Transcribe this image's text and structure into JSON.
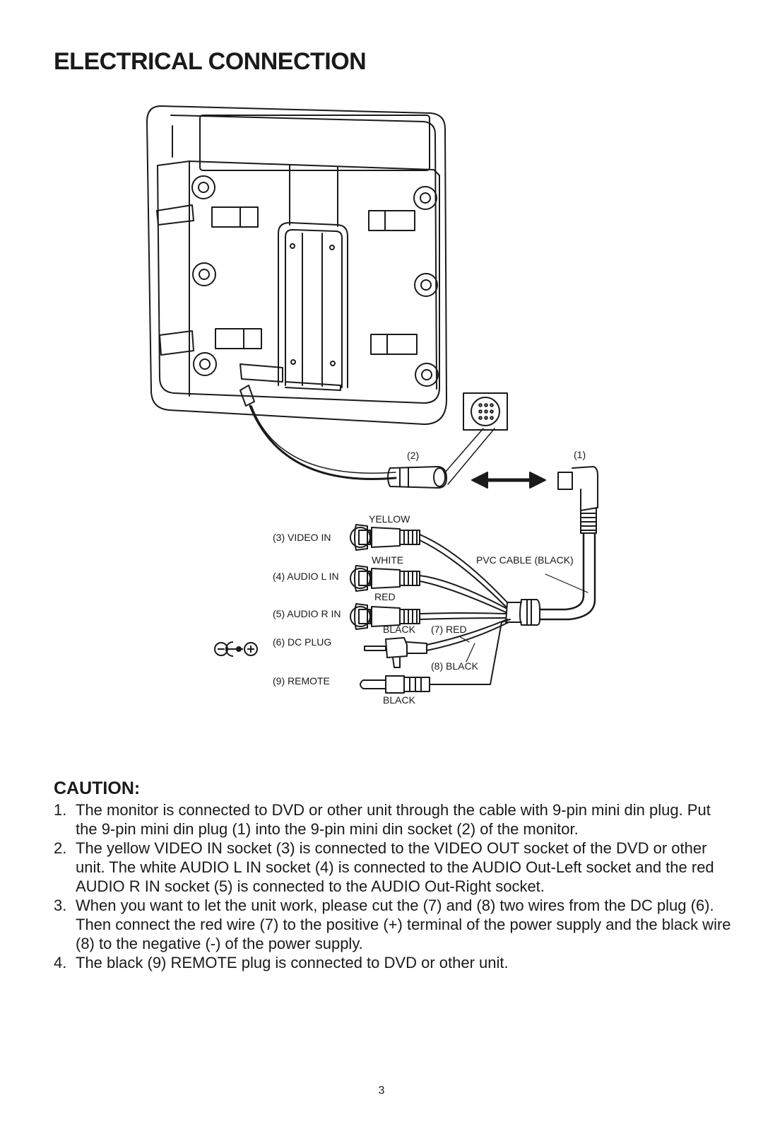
{
  "title": "ELECTRICAL CONNECTION",
  "diagram": {
    "labels": {
      "socket_2": "(2)",
      "plug_1": "(1)",
      "yellow": "YELLOW",
      "video_in": "(3) VIDEO IN",
      "white": "WHITE",
      "pvc_cable": "PVC CABLE (BLACK)",
      "audio_l_in": "(4) AUDIO L IN",
      "red": "RED",
      "audio_r_in": "(5) AUDIO R IN",
      "black_dc": "BLACK",
      "red_wire": "(7) RED",
      "dc_plug": "(6) DC PLUG",
      "black_wire": "(8) BLACK",
      "remote": "(9) REMOTE",
      "black_remote": "BLACK"
    }
  },
  "caution": {
    "heading": "CAUTION:",
    "items": [
      {
        "num": "1.",
        "text": "The monitor is connected to DVD or other unit through the cable with 9-pin mini din plug. Put the 9-pin mini din plug (1) into the 9-pin mini din socket (2) of the monitor."
      },
      {
        "num": "2.",
        "text": "The yellow VIDEO IN socket (3) is connected to the VIDEO OUT socket of the DVD or other unit. The white AUDIO L IN socket (4) is connected to the AUDIO Out-Left socket and the red AUDIO R IN socket (5) is connected to the AUDIO Out-Right socket."
      },
      {
        "num": "3.",
        "text": "When you want to let the unit work, please cut the (7) and (8) two wires from the DC plug (6). Then connect the red wire (7) to the positive (+) terminal of the power supply and the black wire (8) to the negative (-) of the power supply."
      },
      {
        "num": "4.",
        "text": "The black (9) REMOTE plug is connected to DVD or other unit."
      }
    ]
  },
  "page_number": "3"
}
